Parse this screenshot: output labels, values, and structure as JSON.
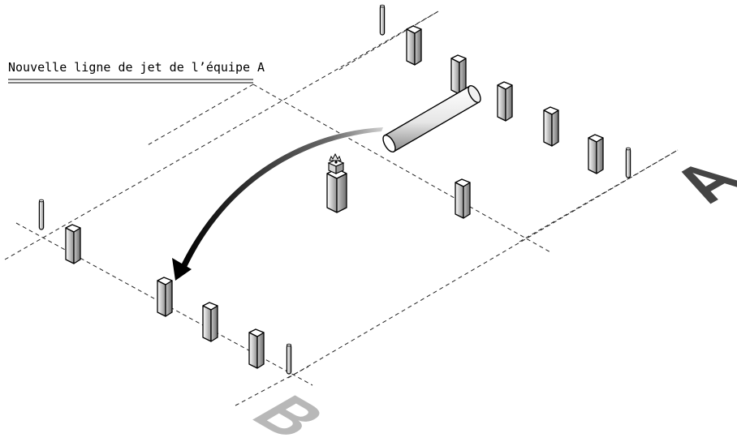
{
  "caption": {
    "text": "Nouvelle ligne de jet de l’équipe A"
  },
  "teams": {
    "a": {
      "label": "A",
      "color": "#444444"
    },
    "b": {
      "label": "B",
      "color": "#b8b8b8"
    }
  },
  "colors": {
    "line": "#222222",
    "arrow": "#000000",
    "pin_light": "#f4f4f4",
    "pin_dark": "#9a9a9a"
  },
  "icons": {
    "arrow": "curved-arrow-icon",
    "baton": "throwing-baton-icon",
    "king": "king-piece-icon",
    "pin": "wooden-pin-icon",
    "stake": "corner-stake-icon"
  }
}
